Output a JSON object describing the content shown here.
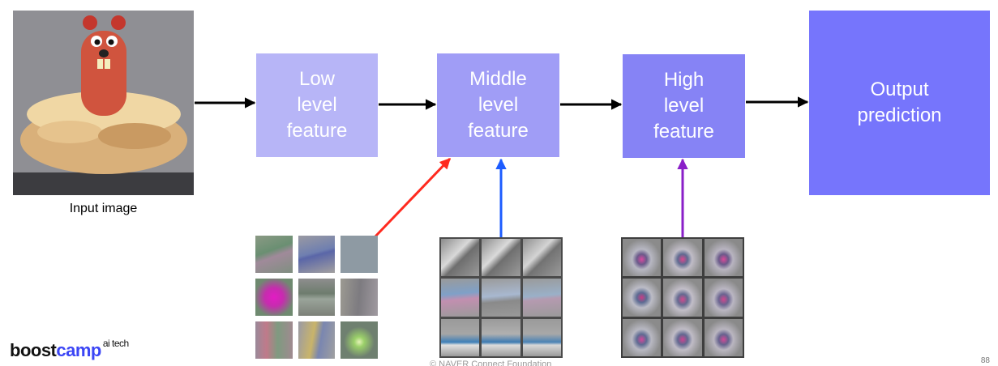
{
  "diagram": {
    "input_caption": "Input image",
    "low_feature": "Low\nlevel\nfeature",
    "middle_feature": "Middle\nlevel\nfeature",
    "high_feature": "High\nlevel\nfeature",
    "output": "Output\nprediction"
  },
  "colors": {
    "low_box": "#b7b5f7",
    "middle_box": "#a09df6",
    "high_box": "#8683f5",
    "output_box": "#7675fc",
    "arrow_red": "#ff2a1f",
    "arrow_blue": "#1d5cff",
    "arrow_purple": "#8a1fc8"
  },
  "footer": {
    "brand_main": "boost",
    "brand_accent": "camp",
    "brand_sup": "ai tech",
    "copyright": "©  NAVER Connect Foundation",
    "page_number": "88"
  }
}
